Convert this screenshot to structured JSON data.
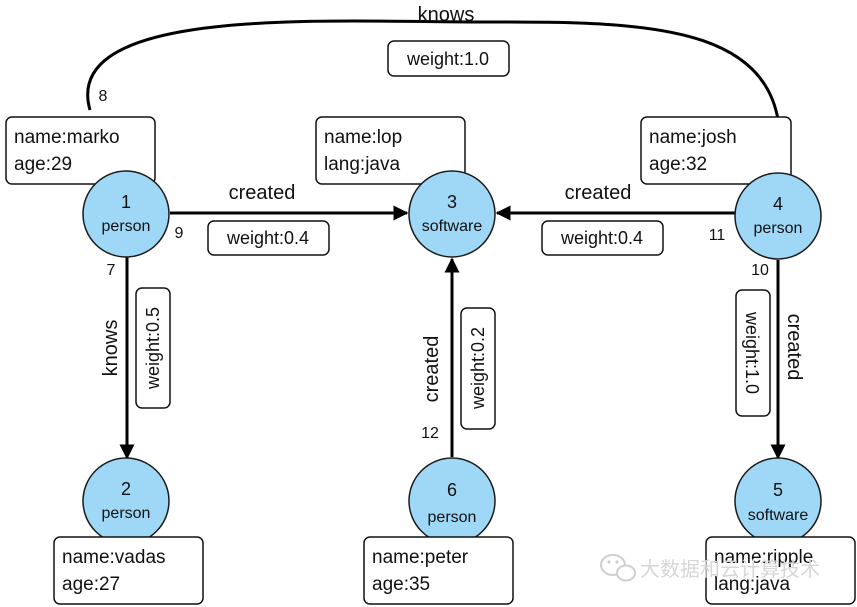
{
  "colors": {
    "node_fill": "#9fd8f6",
    "edge": "#000000",
    "watermark": "#d6d6d6"
  },
  "vertices": [
    {
      "id": "1",
      "label": "person",
      "props": [
        "name:marko",
        "age:29"
      ]
    },
    {
      "id": "2",
      "label": "person",
      "props": [
        "name:vadas",
        "age:27"
      ]
    },
    {
      "id": "3",
      "label": "software",
      "props": [
        "name:lop",
        "lang:java"
      ]
    },
    {
      "id": "4",
      "label": "person",
      "props": [
        "name:josh",
        "age:32"
      ]
    },
    {
      "id": "5",
      "label": "software",
      "props": [
        "name:ripple",
        "lang:java"
      ]
    },
    {
      "id": "6",
      "label": "person",
      "props": [
        "name:peter",
        "age:35"
      ]
    }
  ],
  "edges": [
    {
      "id": "8",
      "label": "knows",
      "weight": "weight:1.0",
      "from": "1",
      "to": "4"
    },
    {
      "id": "9",
      "label": "created",
      "weight": "weight:0.4",
      "from": "1",
      "to": "3"
    },
    {
      "id": "7",
      "label": "knows",
      "weight": "weight:0.5",
      "from": "1",
      "to": "2"
    },
    {
      "id": "11",
      "label": "created",
      "weight": "weight:0.4",
      "from": "4",
      "to": "3"
    },
    {
      "id": "10",
      "label": "created",
      "weight": "weight:1.0",
      "from": "4",
      "to": "5"
    },
    {
      "id": "12",
      "label": "created",
      "weight": "weight:0.2",
      "from": "6",
      "to": "3"
    }
  ],
  "watermark": {
    "icon": "wechat-icon",
    "text": "大数据和云计算技术"
  }
}
